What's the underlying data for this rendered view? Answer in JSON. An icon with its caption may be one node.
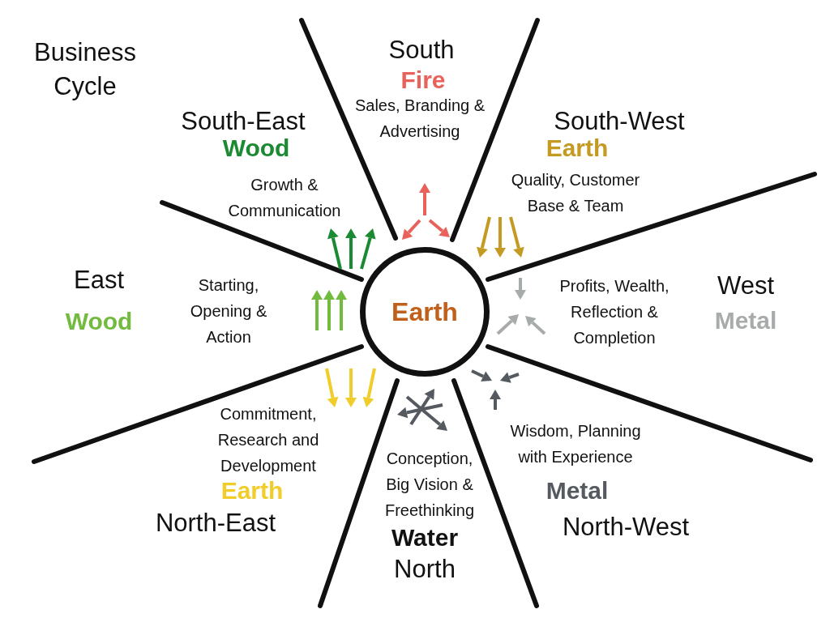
{
  "diagram": {
    "title": "Business Cycle",
    "nodes": [
      {
        "text": [
          "Earth"
        ]
      }
    ],
    "labels": [
      "South",
      "Fire",
      "Sales, Branding & Advertising",
      "South-East",
      "Wood",
      "South-West",
      "Earth",
      "Growth & Communication",
      "Quality, Customer Base & Team",
      "East",
      "Starting, Opening & Action",
      "West",
      "Wood",
      "Profits, Wealth, Reflection & Completion",
      "Metal",
      "Commitment, Research and Development",
      "Wisdom, Planning with Experience",
      "Conception, Big Vision & Freethinking",
      "Earth",
      "Metal",
      "North-East",
      "North-West",
      "Water",
      "North"
    ]
  }
}
